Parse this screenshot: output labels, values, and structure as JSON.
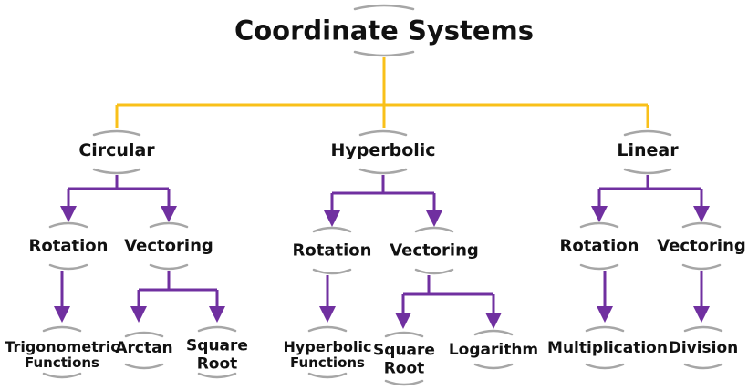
{
  "colors": {
    "root_connector": "#F9C01A",
    "child_connector": "#7030A0",
    "bracket": "#A6A6A6",
    "text": "#111111"
  },
  "root": {
    "label": "Coordinate Systems"
  },
  "systems": [
    {
      "label": "Circular",
      "modes": [
        {
          "label": "Rotation",
          "outputs": [
            {
              "line1": "Trigonometric",
              "line2": "Functions"
            }
          ]
        },
        {
          "label": "Vectoring",
          "outputs": [
            {
              "line1": "Arctan",
              "line2": ""
            },
            {
              "line1": "Square",
              "line2": "Root"
            }
          ]
        }
      ]
    },
    {
      "label": "Hyperbolic",
      "modes": [
        {
          "label": "Rotation",
          "outputs": [
            {
              "line1": "Hyperbolic",
              "line2": "Functions"
            }
          ]
        },
        {
          "label": "Vectoring",
          "outputs": [
            {
              "line1": "Square",
              "line2": "Root"
            },
            {
              "line1": "Logarithm",
              "line2": ""
            }
          ]
        }
      ]
    },
    {
      "label": "Linear",
      "modes": [
        {
          "label": "Rotation",
          "outputs": [
            {
              "line1": "Multiplication",
              "line2": ""
            }
          ]
        },
        {
          "label": "Vectoring",
          "outputs": [
            {
              "line1": "Division",
              "line2": ""
            }
          ]
        }
      ]
    }
  ]
}
